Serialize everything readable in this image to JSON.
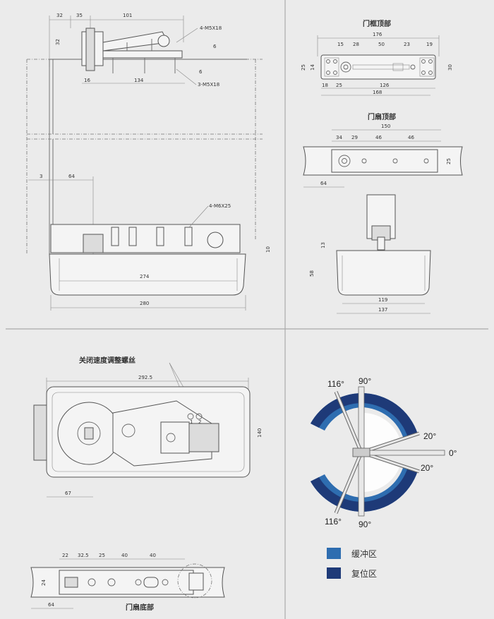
{
  "panel1": {
    "dim_32": "32",
    "dim_35": "35",
    "dim_101": "101",
    "dim_32b": "32",
    "screw_top": "4-M5X18",
    "screw_mid": "3-M5X18",
    "screw_bottom": "4-M6X25",
    "dim_6": "6",
    "dim_6b": "6",
    "dim_16": "16",
    "dim_134": "134",
    "dim_3": "3",
    "dim_64": "64",
    "dim_274": "274",
    "dim_280": "280",
    "dim_10": "10"
  },
  "panel2": {
    "title": "门框顶部",
    "dim_176": "176",
    "dim_15": "15",
    "dim_28": "28",
    "dim_50": "50",
    "dim_23": "23",
    "dim_19": "19",
    "dim_25": "25",
    "dim_14": "14",
    "dim_30": "30",
    "dim_18": "18",
    "dim_25b": "25",
    "dim_126": "126",
    "dim_168": "168"
  },
  "panel3": {
    "title": "门扇顶部",
    "dim_150": "150",
    "dim_34": "34",
    "dim_29": "29",
    "dim_46a": "46",
    "dim_46b": "46",
    "dim_25": "25",
    "dim_64": "64"
  },
  "panel4": {
    "dim_13": "13",
    "dim_58": "58",
    "dim_119": "119",
    "dim_137": "137"
  },
  "panel5": {
    "label": "关闭速度调整螺丝",
    "dim_292_5": "292.5",
    "screw1": "1",
    "screw2": "2",
    "dim_140": "140",
    "dim_67": "67"
  },
  "panel6": {
    "title": "门扇底部",
    "dim_22": "22",
    "dim_32_5": "32.5",
    "dim_25": "25",
    "dim_40a": "40",
    "dim_40b": "40",
    "dim_24": "24",
    "dim_64": "64"
  },
  "angles": {
    "a116": "116°",
    "a90": "90°",
    "a20": "20°",
    "a0": "0°"
  },
  "legend": {
    "buffer": "缓冲区",
    "reset": "复位区"
  },
  "colors": {
    "buffer": "#2e6db0",
    "reset": "#1e3a78",
    "background": "#ebebeb"
  }
}
